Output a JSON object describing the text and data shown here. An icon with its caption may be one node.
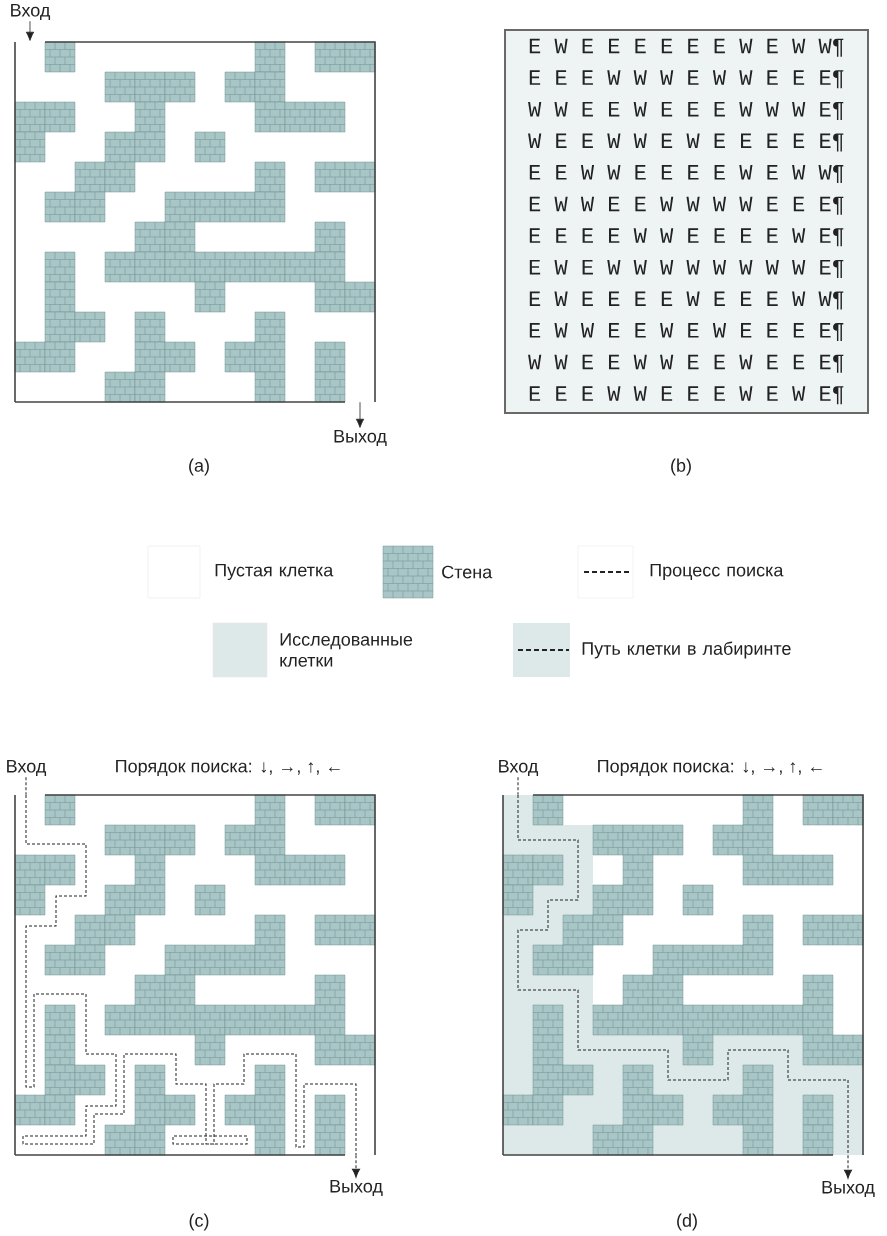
{
  "diagram": {
    "nodes": [
      {
        "text": [
          "Вход"
        ]
      },
      {
        "text": [],
        "shape": "picture"
      },
      {
        "text": [
          "Выход"
        ]
      },
      {
        "text": [
          "E W E E E E E E W E W W¶",
          "E E E W W W E W W E E E¶",
          "W W E E W E E E W W W E¶",
          "W E E W W E W E E E E E¶",
          "E E W W E E E E W E W W¶",
          "E W W E E W W W W E E E¶",
          "E E E E W W E E E E W E¶",
          "E W E W W W W W W W W E¶",
          "E W E E E E W E E E W W¶",
          "E W W E E W E W E E E E¶",
          "W W E E W W E E W E E E¶",
          "E E E W W E E E W E W E¶"
        ]
      },
      {
        "text": [
          "Вход"
        ]
      },
      {
        "text": [],
        "shape": "picture"
      },
      {
        "text": [
          "Выход"
        ]
      },
      {
        "text": [
          "Вход"
        ]
      },
      {
        "text": [],
        "shape": "picture"
      },
      {
        "text": [
          "Выход"
        ]
      }
    ],
    "edges": [
      {
        "from": 0,
        "to": 1,
        "arrow": "to"
      },
      {
        "from": 1,
        "to": 2,
        "arrow": "to"
      },
      {
        "from": 4,
        "to": 5,
        "arrow": "none",
        "style": "dashed"
      },
      {
        "from": 5,
        "to": 6,
        "arrow": "to",
        "style": "dashed"
      },
      {
        "from": 7,
        "to": 8,
        "arrow": "none",
        "style": "dashed"
      },
      {
        "from": 8,
        "to": 9,
        "arrow": "to",
        "style": "dashed"
      }
    ],
    "labels": [
      "(a)",
      "(b)",
      "Порядок поиска: ↓, →, ↑, ←",
      "Порядок поиска: ↓, →, ↑, ←",
      "(c)",
      "(d)"
    ],
    "legend": [
      {
        "text": "Пустая клетка",
        "color": "#ffffff"
      },
      {
        "text": "Стена"
      },
      {
        "text": "Процесс поиска"
      },
      {
        "text": "Исследованные клетки",
        "color": "#dde8e8"
      },
      {
        "text": "Путь клетки в лабиринте"
      }
    ]
  }
}
